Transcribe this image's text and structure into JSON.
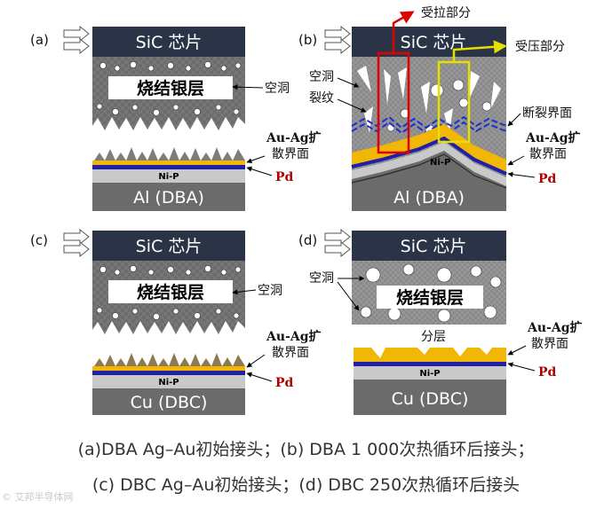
{
  "panels": {
    "a": {
      "letter": "(a)",
      "chip": "SiC 芯片",
      "ag_layer": "烧结银层",
      "void": "空洞",
      "interface_1": "Au-Ag扩",
      "interface_2": "散界面",
      "nip": "Ni-P",
      "pd": "Pd",
      "substrate": "Al (DBA)"
    },
    "b": {
      "letter": "(b)",
      "chip": "SiC 芯片",
      "tension": "受拉部分",
      "compression": "受压部分",
      "void": "空洞",
      "crack": "裂纹",
      "fracture": "断裂界面",
      "interface_1": "Au-Ag扩",
      "interface_2": "散界面",
      "nip": "Ni-P",
      "pd": "Pd",
      "substrate": "Al (DBA)"
    },
    "c": {
      "letter": "(c)",
      "chip": "SiC 芯片",
      "ag_layer": "烧结银层",
      "void": "空洞",
      "interface_1": "Au-Ag扩",
      "interface_2": "散界面",
      "nip": "Ni-P",
      "pd": "Pd",
      "substrate": "Cu (DBC)"
    },
    "d": {
      "letter": "(d)",
      "chip": "SiC 芯片",
      "ag_layer": "烧结银层",
      "void": "空洞",
      "delamination": "分层",
      "interface_1": "Au-Ag扩",
      "interface_2": "散界面",
      "nip": "Ni-P",
      "pd": "Pd",
      "substrate": "Cu (DBC)"
    }
  },
  "caption": {
    "line1": "(a)DBA Ag–Au初始接头；(b) DBA 1 000次热循环后接头；",
    "line2": "(c) DBC Ag–Au初始接头；(d) DBC 250次热循环后接头"
  },
  "watermark": "© 艾邦半导体网",
  "colors": {
    "chip": "#2a3446",
    "ag_porous": "#6d6d6d",
    "substrate": "#6b6b6b",
    "nip": "#c9c9c9",
    "pd": "#1f1fa8",
    "au_ag": "#f2b705",
    "tension_outline": "#e00000",
    "compression_outline": "#e6e000",
    "fracture_line": "#1b2fd6",
    "label_red": "#b00000"
  }
}
